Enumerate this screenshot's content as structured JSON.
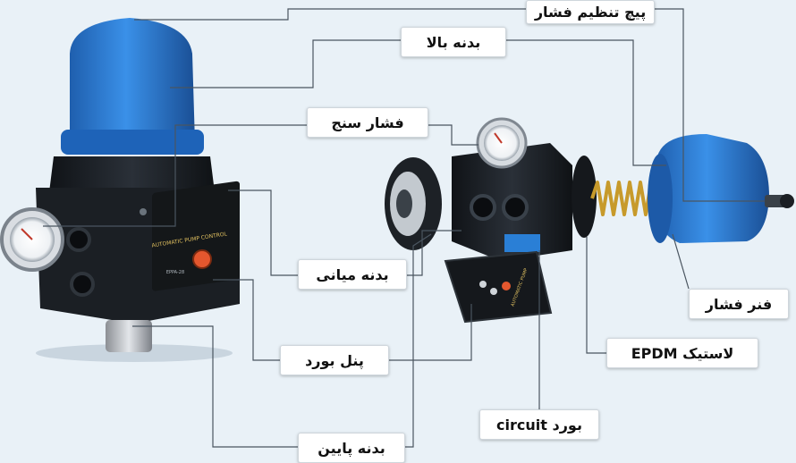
{
  "labels": {
    "pressure_adjust_screw": "پیچ تنظیم فشار",
    "upper_body": "بدنه بالا",
    "pressure_gauge": "فشار سنج",
    "middle_body": "بدنه میانی",
    "pressure_spring": "فنر فشار",
    "board_panel": "پنل بورد",
    "epdm_gasket": "لاستیک EPDM",
    "circuit_board": "بورد circuit",
    "lower_body": "بدنه پایین"
  },
  "device_text": {
    "front_title": "AUTOMATIC PUMP CONTROL",
    "model": "EPPA-28",
    "board_title": "AUTOMATIC PUMP"
  },
  "colors": {
    "background": "#e9f1f7",
    "cap_blue": "#2a7fd6",
    "body_black": "#1b1f24",
    "leader_line": "#4a5560",
    "label_bg": "#ffffff",
    "indicator_red": "#e4572e",
    "spring_gold": "#c79a2b"
  }
}
